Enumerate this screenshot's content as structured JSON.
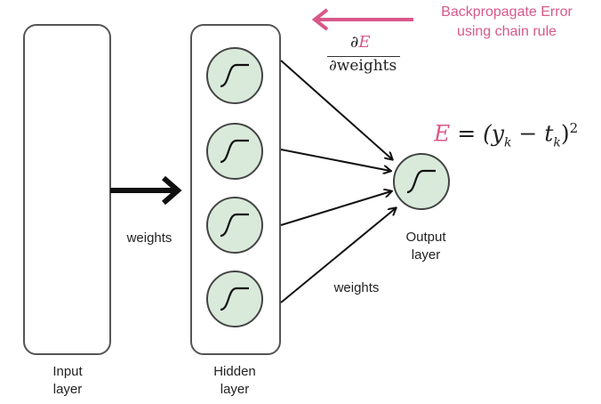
{
  "labels": {
    "input_layer": [
      "Input",
      "layer"
    ],
    "hidden_layer": [
      "Hidden",
      "layer"
    ],
    "output_layer": [
      "Output",
      "layer"
    ],
    "weights_input_hidden": "weights",
    "weights_hidden_output": "weights"
  },
  "backprop": {
    "line1": "Backpropagate Error",
    "line2": "using chain rule"
  },
  "gradient": {
    "numerator_partial": "∂",
    "numerator_var": "E",
    "denominator": "∂weights"
  },
  "error_formula": {
    "lhs": "E",
    "rhs_open": "= (y",
    "sub_k": "k",
    "minus": " − t",
    "sub_k2": "k",
    "close": ")",
    "power": "2"
  },
  "hidden_neurons": [
    {
      "activation": "sigmoid"
    },
    {
      "activation": "sigmoid"
    },
    {
      "activation": "sigmoid"
    },
    {
      "activation": "sigmoid"
    }
  ],
  "output_neuron": {
    "activation": "sigmoid"
  },
  "colors": {
    "neuron_fill": "#d9eadb",
    "accent_pink": "#d9588a",
    "stroke": "#333333"
  },
  "icons": {
    "neuron_symbol": "sigmoid-icon",
    "backprop_arrow": "arrow-left-icon",
    "forward_arrow": "arrow-right-icon"
  }
}
